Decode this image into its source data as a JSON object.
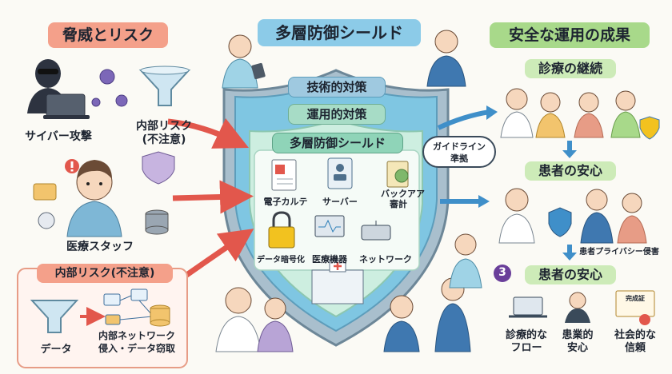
{
  "threats": {
    "title": "脅威とリスク",
    "cyber_attack": "サイバー攻撃",
    "internal_risk_line1": "内部リスク",
    "internal_risk_line2": "(不注意)",
    "medical_staff": "医療スタッフ",
    "box_title": "内部リスク(不注意)",
    "data_label": "データ",
    "network_line1": "内部ネットワーク",
    "network_line2": "侵入・データ窃取"
  },
  "shield": {
    "title": "多層防御シールド",
    "layer_technical": "技術的対策",
    "layer_operational": "運用的対策",
    "inner_title": "多層防御シールド",
    "ehr": "電子カルテ",
    "server": "サーバー",
    "backup_line1": "バックアア",
    "backup_line2": "審計",
    "encryption": "データ暗号化",
    "medical_devices": "医療機器",
    "network": "ネットワーク",
    "guideline_line1": "ガイドライン",
    "guideline_line2": "準拠"
  },
  "outcomes": {
    "title": "安全な運用の成果",
    "continuity": "診療の継続",
    "patient_safety_1": "患者の安心",
    "privacy_label": "患者プライバシー侵害",
    "step_number": "3",
    "patient_safety_2": "患者の安心",
    "flow_line1": "診療的な",
    "flow_line2": "フロー",
    "work_line1": "患業的",
    "work_line2": "安心",
    "trust_line1": "社会的な",
    "trust_line2": "信頼",
    "certificate_text": "完成証"
  },
  "colors": {
    "threat_header": "#f4a08a",
    "shield_header": "#8ccbe8",
    "outcome_header": "#a8d98a",
    "arrow_red": "#e2574c",
    "arrow_blue": "#3f8fc9",
    "shield_outer": "#9fb7c6",
    "shield_inner": "#bfe6d9"
  }
}
